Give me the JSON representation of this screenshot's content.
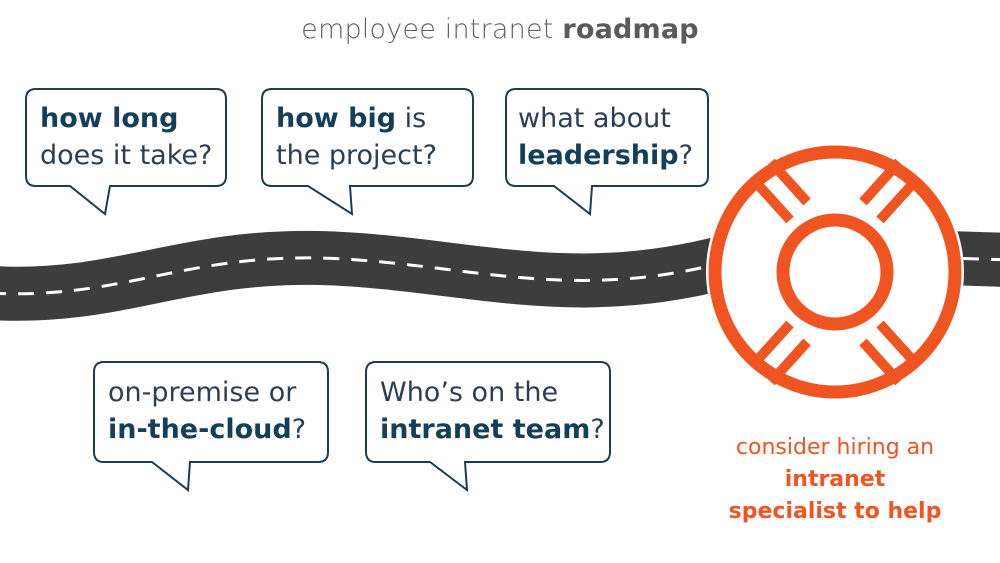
{
  "title": {
    "light": "employee intranet ",
    "bold": "roadmap"
  },
  "bubbles": [
    {
      "line1": {
        "bold": "how long",
        "light": ""
      },
      "line2": {
        "bold": "",
        "light": "does it take?"
      }
    },
    {
      "line1": {
        "bold": "how big",
        "light": " is"
      },
      "line2": {
        "bold": "",
        "light": "the project?"
      }
    },
    {
      "line1": {
        "bold": "",
        "light": "what about"
      },
      "line2": {
        "bold": "leadership",
        "light": "?"
      }
    },
    {
      "line1": {
        "bold": "",
        "light": "on-premise or"
      },
      "line2": {
        "bold": "in-the-cloud",
        "light": "?"
      }
    },
    {
      "line1": {
        "bold": "",
        "light": "Who’s on the"
      },
      "line2": {
        "bold": "intranet team",
        "light": "?"
      }
    }
  ],
  "cta": {
    "line1": "consider hiring an",
    "line2": "intranet",
    "line3": "specialist to help"
  },
  "colors": {
    "road": "#3d3d3d",
    "road_dash": "#ffffff",
    "bubble_border": "#1e3c52",
    "accent": "#f05420",
    "bubble_text": "#2a3f55"
  },
  "icons": {
    "lifebuoy": "lifebuoy-icon"
  }
}
